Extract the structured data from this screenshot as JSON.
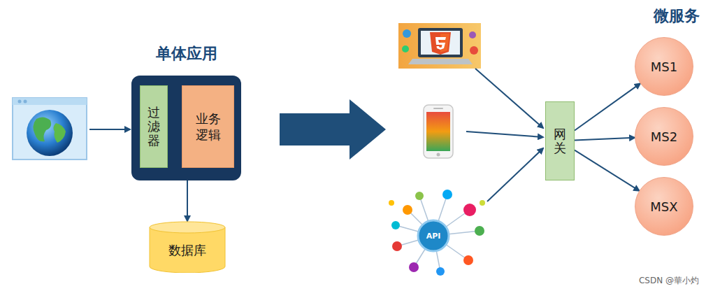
{
  "diagram": {
    "nodes": [
      {
        "text": [
          "单体应用"
        ]
      },
      {
        "text": [
          "过滤器"
        ],
        "in": 0
      },
      {
        "text": [
          "业务逻辑"
        ],
        "in": 0
      },
      {
        "text": [
          "数据库"
        ]
      },
      {
        "text": [
          "网关"
        ]
      },
      {
        "text": [
          "MS1"
        ]
      },
      {
        "text": [
          "MS2"
        ]
      },
      {
        "text": [
          "MSX"
        ]
      }
    ],
    "edges": [
      {
        "from": 0,
        "to": 3,
        "arrow": "to"
      },
      {
        "from": 4,
        "to": 5,
        "arrow": "to"
      },
      {
        "from": 4,
        "to": 6,
        "arrow": "to"
      },
      {
        "from": 4,
        "to": 7,
        "arrow": "to"
      }
    ],
    "labels": [
      "微服务",
      "API",
      "CSDN @華小灼"
    ]
  }
}
